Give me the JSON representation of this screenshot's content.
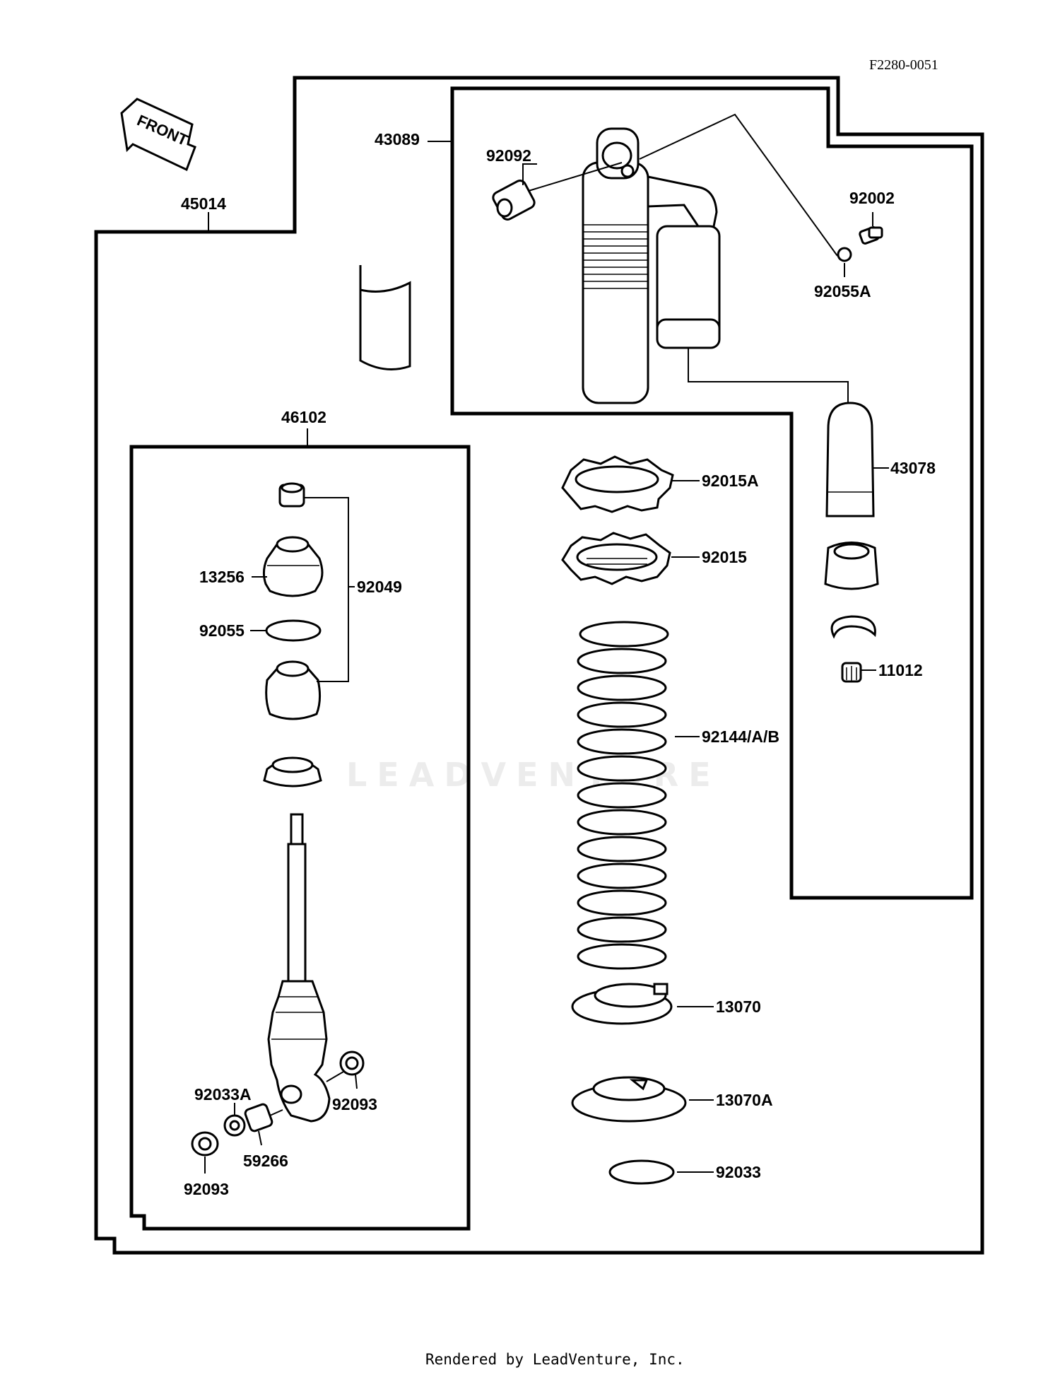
{
  "ref_code": "F2280-0051",
  "front_label": "FRONT",
  "watermark": "LEADVENTURE",
  "footer": "Rendered by LeadVenture, Inc.",
  "labels": {
    "l45014": "45014",
    "l43089": "43089",
    "l92092": "92092",
    "l92002": "92002",
    "l92055A": "92055A",
    "l46102": "46102",
    "l92015A": "92015A",
    "l43078": "43078",
    "l92015": "92015",
    "l13256": "13256",
    "l92049": "92049",
    "l92055": "92055",
    "l11012": "11012",
    "l92144": "92144/A/B",
    "l13070": "13070",
    "l92033A": "92033A",
    "l92093a": "92093",
    "l13070A": "13070A",
    "l59266": "59266",
    "l92093b": "92093",
    "l92033": "92033"
  }
}
